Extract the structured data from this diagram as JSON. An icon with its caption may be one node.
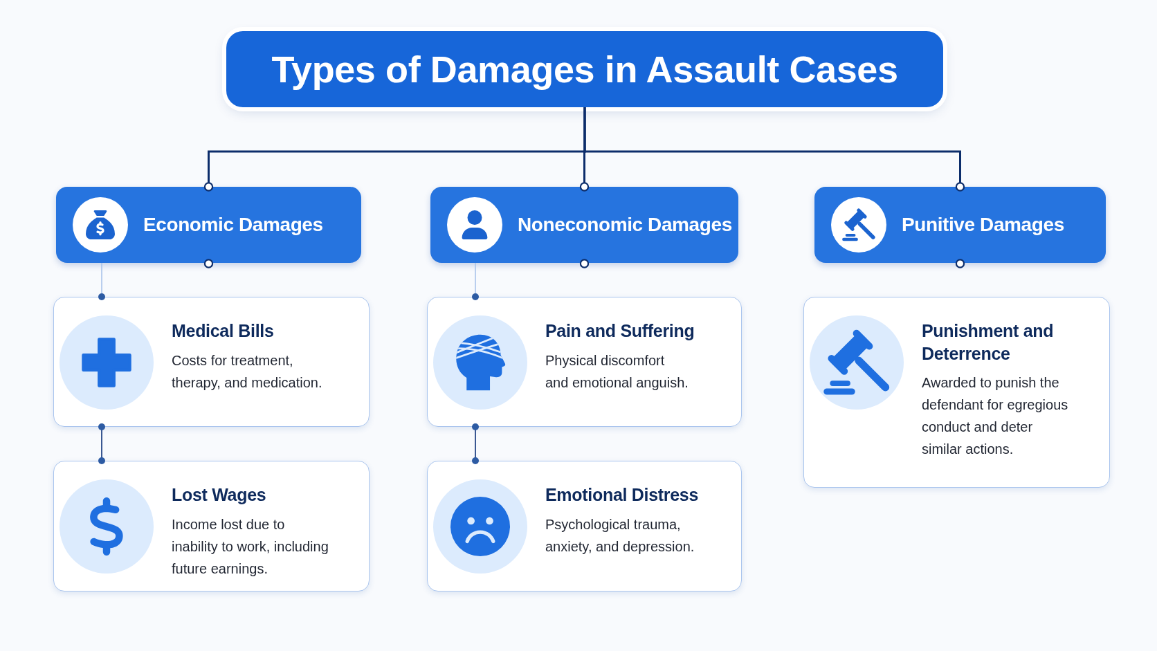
{
  "diagram": {
    "nodes": [
      {
        "text": [
          "Types of Damages in Assault Cases"
        ]
      },
      {
        "text": [
          "Economic Damages"
        ]
      },
      {
        "text": [
          "Noneconomic Damages"
        ]
      },
      {
        "text": [
          "Punitive Damages"
        ]
      },
      {
        "text": [
          "Medical Bills",
          "Costs for treatment, therapy, and medication."
        ]
      },
      {
        "text": [
          "Lost Wages",
          "Income lost due to inability to work, including future earnings."
        ]
      },
      {
        "text": [
          "Pain and Suffering",
          "Physical discomfort and emotional anguish."
        ]
      },
      {
        "text": [
          "Emotional Distress",
          "Psychological trauma, anxiety, and depression."
        ]
      },
      {
        "text": [
          "Punishment and Deterrence",
          "Awarded to punish the defendant for egregious conduct and deter similar actions."
        ]
      }
    ],
    "edges": [
      {
        "from": 0,
        "to": 1,
        "arrow": "other"
      },
      {
        "from": 0,
        "to": 2,
        "arrow": "other"
      },
      {
        "from": 0,
        "to": 3,
        "arrow": "other"
      },
      {
        "from": 1,
        "to": 4,
        "arrow": "other",
        "color": "#a9c3ea"
      },
      {
        "from": 4,
        "to": 5,
        "arrow": "other",
        "color": "#3a5892"
      },
      {
        "from": 2,
        "to": 6,
        "arrow": "other",
        "color": "#a9c3ea"
      },
      {
        "from": 6,
        "to": 7,
        "arrow": "other",
        "color": "#3a5892"
      }
    ]
  }
}
